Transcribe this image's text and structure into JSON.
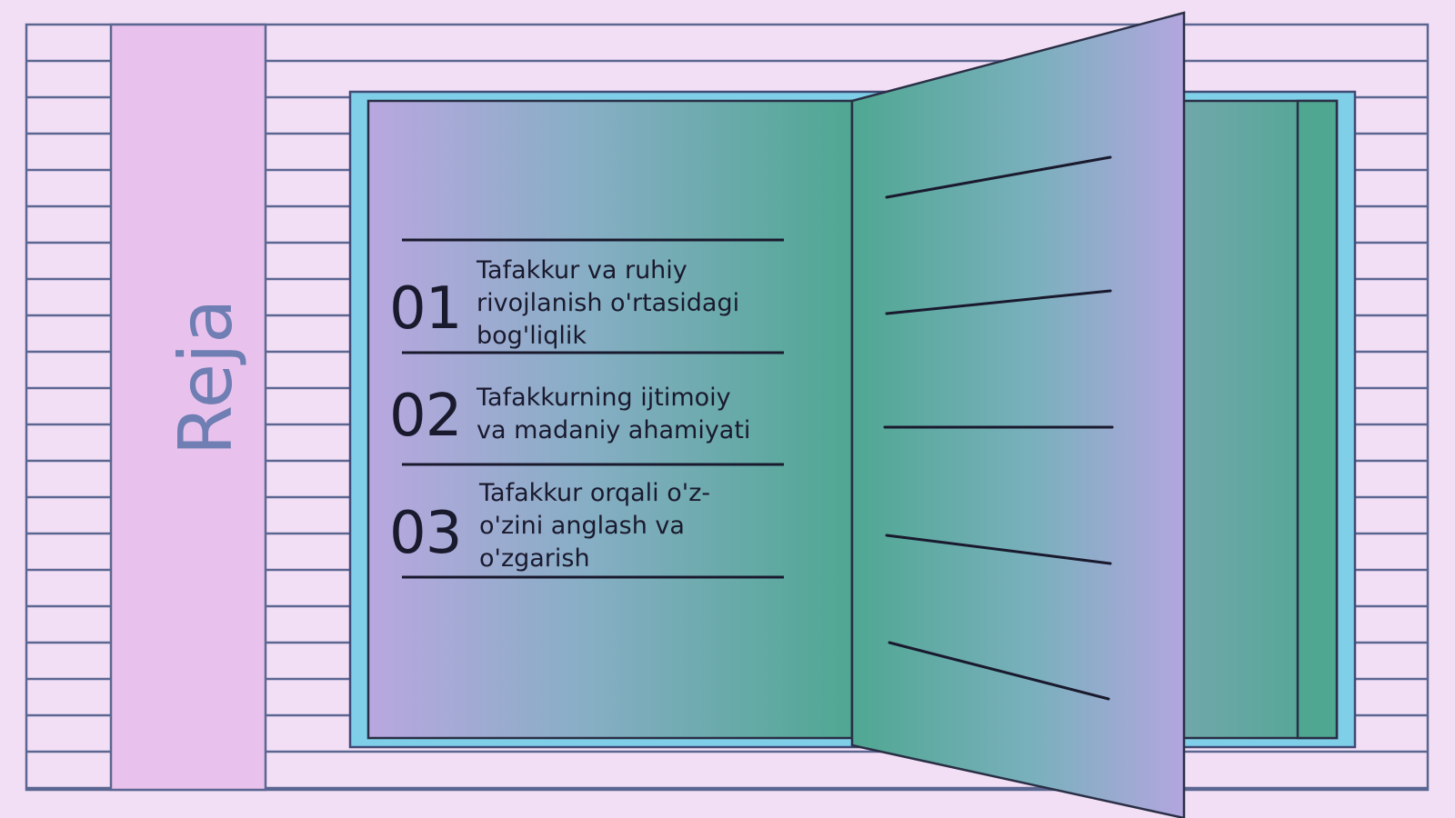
{
  "slide": {
    "title": "Reja",
    "items": [
      {
        "number": "01",
        "text": "Tafakkur va ruhiy rivojlanish o'rtasidagi bog'liqlik"
      },
      {
        "number": "02",
        "text": "Tafakkurning ijtimoiy va madaniy ahamiyati"
      },
      {
        "number": "03",
        "text": "Tafakkur orqali o'z-o'zini anglash va o'zgarish"
      }
    ]
  },
  "colors": {
    "background": "#f3dff5",
    "stroke": "#5b6691",
    "title": "#6f7eb3",
    "banner": "#e8c2ec",
    "cover": "#7fcfe8",
    "page_purple": "#b9a7e0",
    "page_green": "#4fa792"
  }
}
